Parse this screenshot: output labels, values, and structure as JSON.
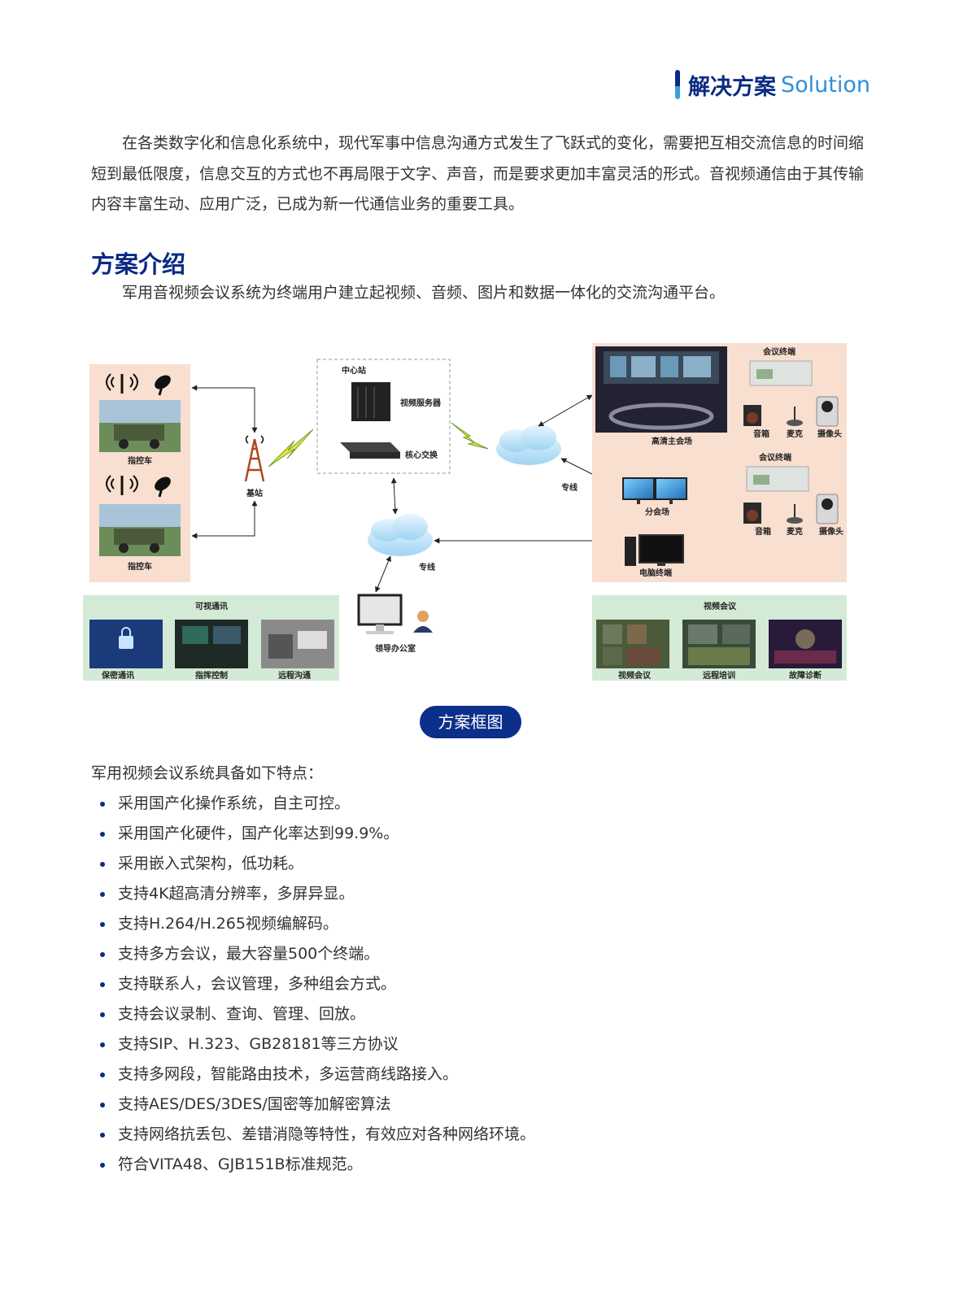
{
  "header": {
    "title_cn": "解决方案",
    "title_en": "Solution"
  },
  "intro": "在各类数字化和信息化系统中，现代军事中信息沟通方式发生了飞跃式的变化，需要把互相交流信息的时间缩短到最低限度，信息交互的方式也不再局限于文字、声音，而是要求更加丰富灵活的形式。音视频通信由于其传输内容丰富生动、应用广泛，已成为新一代通信业务的重要工具。",
  "section": {
    "title": "方案介绍",
    "desc": "军用音视频会议系统为终端用户建立起视频、音频、图片和数据一体化的交流沟通平台。"
  },
  "diagram": {
    "command_vehicle_1": "指控车",
    "command_vehicle_2": "指控车",
    "base_station": "基站",
    "center_station": "中心站",
    "video_server": "视频服务器",
    "core_switch": "核心交换",
    "private_line_1": "专线",
    "private_line_2": "专线",
    "leader_office": "领导办公室",
    "main_venue": "高清主会场",
    "conf_terminal_1": "会议终端",
    "conf_terminal_2": "会议终端",
    "speaker_1": "音箱",
    "mic_1": "麦克",
    "camera_1": "摄像头",
    "speaker_2": "音箱",
    "mic_2": "麦克",
    "camera_2": "摄像头",
    "sub_venue": "分会场",
    "pc_terminal": "电脑终端",
    "visual_comm": {
      "title": "可视通讯",
      "items": [
        "保密通讯",
        "指挥控制",
        "远程沟通"
      ]
    },
    "video_conf": {
      "title": "视频会议",
      "items": [
        "视频会议",
        "远程培训",
        "故障诊断"
      ]
    },
    "caption": "方案框图"
  },
  "features": {
    "intro": "军用视频会议系统具备如下特点：",
    "items": [
      "采用国产化操作系统，自主可控。",
      "采用国产化硬件，国产化率达到99.9%。",
      "采用嵌入式架构，低功耗。",
      "支持4K超高清分辨率，多屏异显。",
      "支持H.264/H.265视频编解码。",
      "支持多方会议，最大容量500个终端。",
      "支持联系人，会议管理，多种组会方式。",
      "支持会议录制、查询、管理、回放。",
      "支持SIP、H.323、GB28181等三方协议",
      "支持多网段，智能路由技术，多运营商线路接入。",
      "支持AES/DES/3DES/国密等加解密算法",
      "支持网络抗丢包、差错消隐等特性，有效应对各种网络环境。",
      "符合VITA48、GJB151B标准规范。"
    ]
  }
}
